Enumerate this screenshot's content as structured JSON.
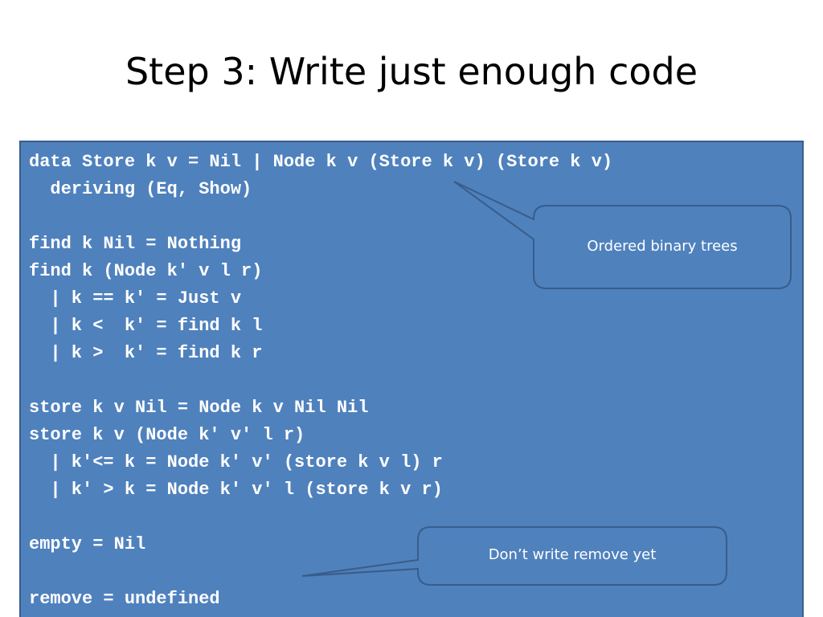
{
  "slide": {
    "title": "Step 3: Write just enough code",
    "code_lines": [
      "data Store k v = Nil | Node k v (Store k v) (Store k v)",
      "  deriving (Eq, Show)",
      "",
      "find k Nil = Nothing",
      "find k (Node k' v l r)",
      "  | k == k' = Just v",
      "  | k <  k' = find k l",
      "  | k >  k' = find k r",
      "",
      "store k v Nil = Node k v Nil Nil",
      "store k v (Node k' v' l r)",
      "  | k'<= k = Node k' v' (store k v l) r",
      "  | k' > k = Node k' v' l (store k v r)",
      "",
      "empty = Nil",
      "",
      "remove = undefined"
    ],
    "callouts": [
      {
        "text": "Ordered binary trees"
      },
      {
        "text": "Don’t write remove yet"
      }
    ]
  },
  "colors": {
    "panel_fill": "#4f81bd",
    "panel_border": "#385d8a",
    "code_text": "#ffffff",
    "title_text": "#000000"
  }
}
